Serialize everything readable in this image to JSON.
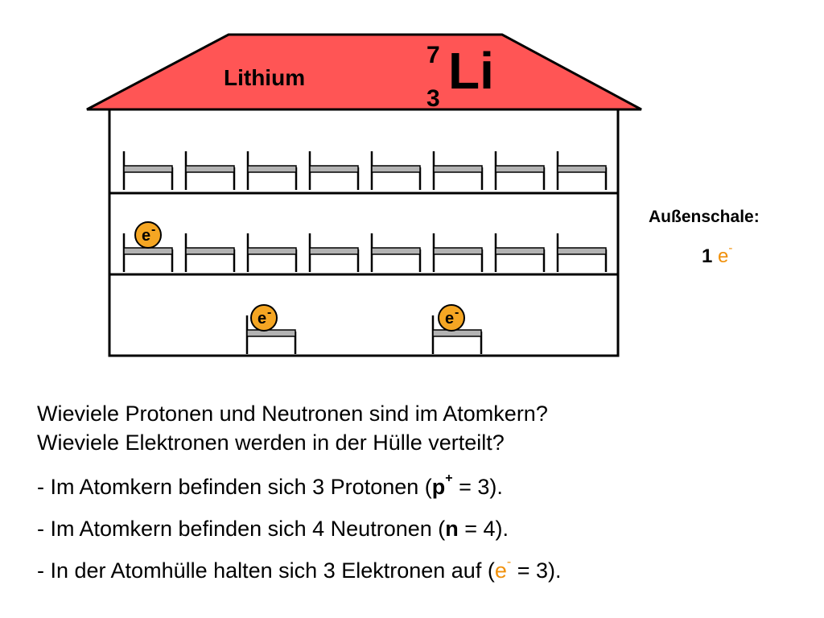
{
  "element": {
    "name": "Lithium",
    "symbol": "Li",
    "mass_number": "7",
    "atomic_number": "3"
  },
  "beds": {
    "top_floor_count": 8,
    "middle_floor_count": 8,
    "bottom_floor_count": 2
  },
  "electrons": {
    "label": "e",
    "charge": "-",
    "inner_shell_count": 2,
    "outer_shell_count": 1
  },
  "outer_shell": {
    "label": "Außenschale:",
    "count": "1",
    "symbol": "e",
    "charge": "-"
  },
  "questions": {
    "line1": "Wieviele Protonen und Neutronen sind im Atomkern?",
    "line2": "Wieviele Elektronen werden in der Hülle verteilt?"
  },
  "facts": {
    "protons": {
      "text": "- Im Atomkern befinden sich 3 Protonen (",
      "symbol": "p",
      "charge": "+",
      "rest": " = 3)."
    },
    "neutrons": {
      "text": "- Im Atomkern befinden sich 4 Neutronen (",
      "symbol": "n",
      "rest": " = 4)."
    },
    "electrons": {
      "text": "- In der Atomhülle halten sich 3 Elektronen auf (",
      "symbol": "e",
      "charge": "-",
      "rest": " = 3)."
    }
  },
  "colors": {
    "roof": "#ff5555",
    "electron_fill": "#f5a623",
    "electron_text_orange": "#f0900a",
    "mattress": "#b3b3b3"
  }
}
